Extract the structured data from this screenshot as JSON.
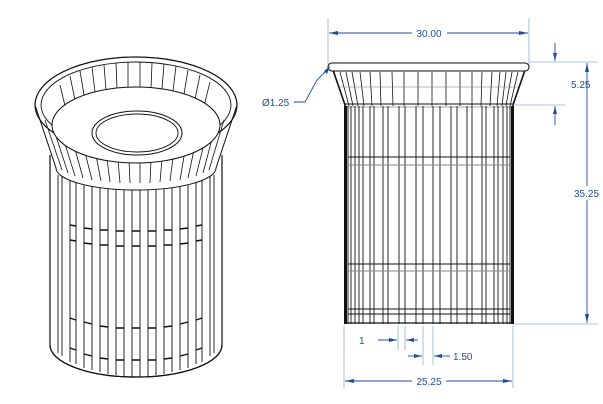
{
  "drawing": {
    "title": "Trash receptacle — isometric and front elevation",
    "line_color": "#111111",
    "dimension_color": "#1f4e96",
    "extension_color": "#8fb0d6"
  },
  "views": {
    "isometric": {
      "label": "isometric-view"
    },
    "elevation": {
      "label": "front-elevation-view"
    }
  },
  "dimensions": {
    "top_width": "30.00",
    "rim_diameter": "Ø1.25",
    "flare_height": "5.25",
    "overall_height": "35.25",
    "slat_width": "1",
    "slat_gap": "1.50",
    "base_width": "25.25"
  }
}
